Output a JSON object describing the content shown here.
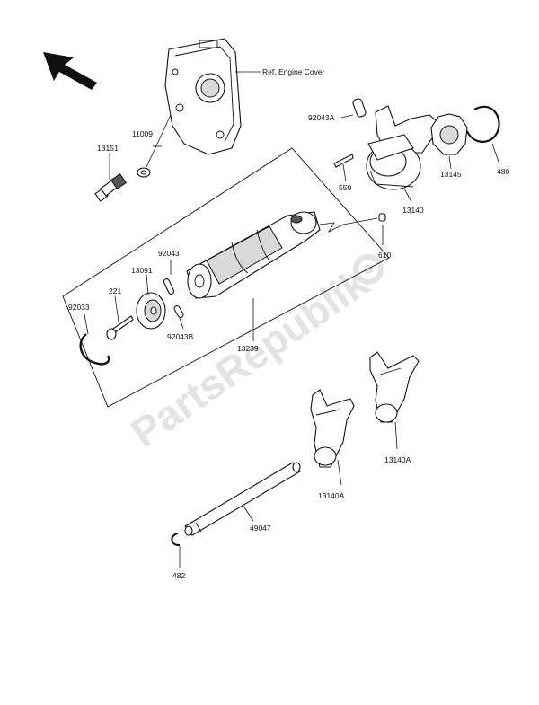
{
  "watermark": "PartsRepublik",
  "labels": {
    "ref_engine_cover": "Ref. Engine Cover",
    "p11009": "11009",
    "p13151": "13151",
    "p92043a": "92043A",
    "p550": "550",
    "p13140": "13140",
    "p13145": "13145",
    "p480": "480",
    "p610": "610",
    "p92043": "92043",
    "p13091": "13091",
    "p221": "221",
    "p92033": "92033",
    "p92043b": "92043B",
    "p13239": "13239",
    "p13140a_right": "13140A",
    "p13140a_left": "13140A",
    "p49047": "49047",
    "p482": "482"
  }
}
